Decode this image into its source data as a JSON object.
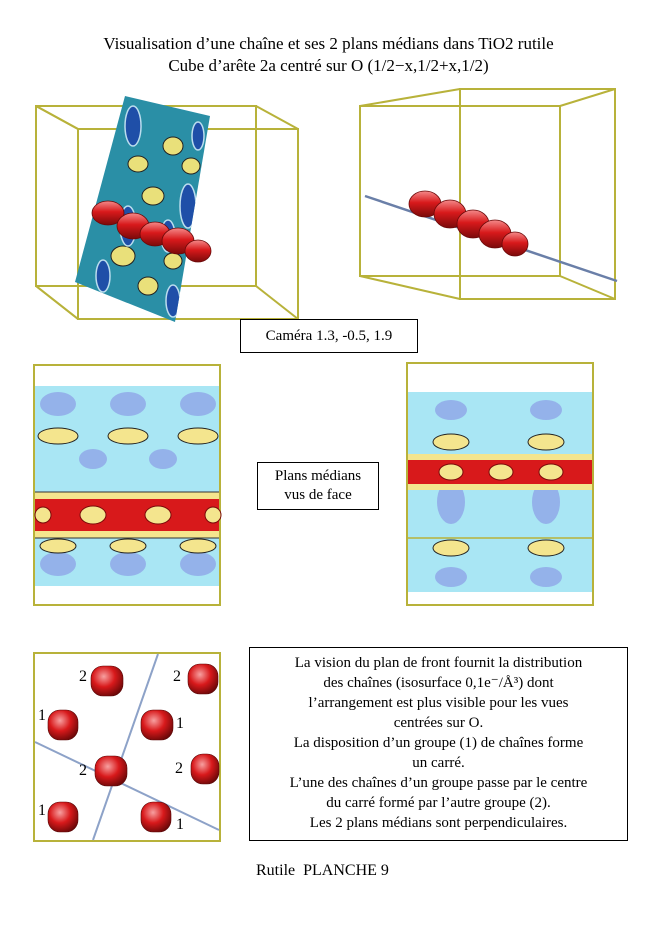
{
  "header": {
    "title_line1": "Visualisation d’une chaîne et ses 2 plans médians dans TiO2 rutile",
    "title_line2": "Cube d’arête 2a centré sur O (1/2−x,1/2+x,1/2)"
  },
  "camera_label": "Caméra 1.3, -0.5, 1.9",
  "planes_label": {
    "line1": "Plans médians",
    "line2": "vus de face"
  },
  "description": [
    "La vision du plan de front fournit la distribution",
    "des chaînes (isosurface 0,1e⁻/Å³) dont",
    "l’arrangement est plus visible pour les vues",
    "centrées sur O.",
    "La disposition d’un groupe (1) de chaînes forme",
    "un carré.",
    "L’une des chaînes d’un groupe passe par le centre",
    "du carré formé par l’autre groupe (2).",
    "Les 2 plans médians sont perpendiculaires."
  ],
  "chain_labels": {
    "tl": "2",
    "tr": "2",
    "ml": "1",
    "mr": "1",
    "cl": "2",
    "cr": "2",
    "bl": "1",
    "br": "1"
  },
  "footer": "Rutile  PLANCHE 9",
  "colors": {
    "cube_edge": "#b8b23a",
    "chain_red": "#d8191b",
    "plane_cyan": "#a9e6f4",
    "plane_teal": "#2a8fa6",
    "contour_yellow": "#f4e58e",
    "contour_blue": "#8fa6e8"
  }
}
